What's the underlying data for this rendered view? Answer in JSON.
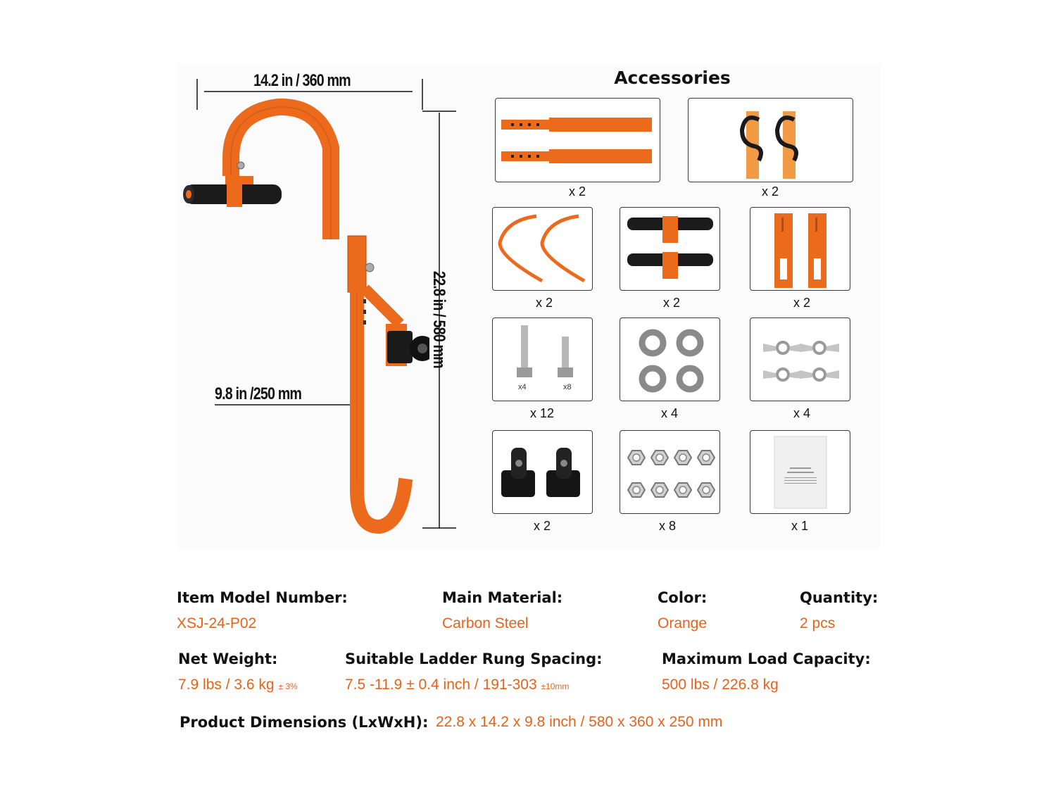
{
  "dimensions": {
    "width_label": "14.2 in / 360 mm",
    "height_label": "22.8 in / 580 mm",
    "depth_label": "9.8 in /250 mm"
  },
  "accessories": {
    "title": "Accessories",
    "items": [
      {
        "name": "extension-bars",
        "qty": "x 2"
      },
      {
        "name": "s-hooks-with-straps",
        "qty": "x 2"
      },
      {
        "name": "curved-rods",
        "qty": "x 2"
      },
      {
        "name": "foam-grip-handles",
        "qty": "x 2"
      },
      {
        "name": "mounting-brackets",
        "qty": "x 2"
      },
      {
        "name": "bolts",
        "qty": "x 12",
        "sub1": "x4",
        "sub2": "x8"
      },
      {
        "name": "washers",
        "qty": "x 4"
      },
      {
        "name": "wing-nuts",
        "qty": "x 4"
      },
      {
        "name": "wheels",
        "qty": "x 2"
      },
      {
        "name": "hex-nuts",
        "qty": "x 8"
      },
      {
        "name": "instruction-manual",
        "qty": "x 1"
      }
    ]
  },
  "specs": {
    "model_label": "Item Model Number:",
    "model_value": "XSJ-24-P02",
    "material_label": "Main Material:",
    "material_value": "Carbon Steel",
    "color_label": "Color:",
    "color_value": "Orange",
    "quantity_label": "Quantity:",
    "quantity_value": "2 pcs",
    "weight_label": "Net Weight:",
    "weight_value": "7.9 lbs / 3.6 kg",
    "weight_tol": "± 3%",
    "rung_label": "Suitable Ladder Rung Spacing:",
    "rung_value": "7.5 -11.9 ± 0.4 inch / 191-303",
    "rung_tol": "±10mm",
    "load_label": "Maximum Load Capacity:",
    "load_value": "500 lbs / 226.8 kg",
    "dims_label": "Product Dimensions (LxWxH):",
    "dims_value": "22.8 x 14.2 x 9.8 inch / 580 x 360 x 250 mm"
  },
  "colors": {
    "accent": "#e8621a",
    "steel": "#ec6a1c",
    "text": "#111111"
  }
}
